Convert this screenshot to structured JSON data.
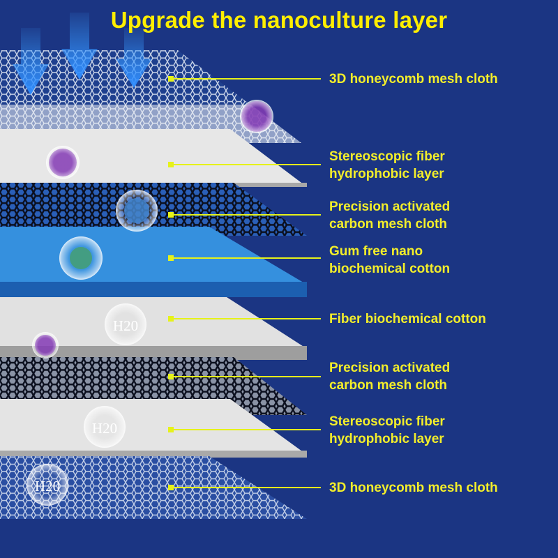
{
  "title": "Upgrade the nanoculture layer",
  "colors": {
    "background": "#1b3583",
    "title": "#ffee00",
    "label_text": "#f3ee2a",
    "leader_line": "#e6f21a",
    "blue_layer": "#2a86d8",
    "white_layer": "#e9e9e9"
  },
  "layers": [
    {
      "line1": "3D honeycomb mesh cloth",
      "line2": ""
    },
    {
      "line1": "Stereoscopic fiber",
      "line2": "hydrophobic layer"
    },
    {
      "line1": "Precision activated",
      "line2": "carbon mesh cloth"
    },
    {
      "line1": "Gum free nano",
      "line2": "biochemical cotton"
    },
    {
      "line1": "Fiber biochemical cotton",
      "line2": ""
    },
    {
      "line1": "Precision activated",
      "line2": "carbon mesh cloth"
    },
    {
      "line1": "Stereoscopic fiber",
      "line2": "hydrophobic layer"
    },
    {
      "line1": "3D honeycomb mesh cloth",
      "line2": ""
    }
  ],
  "bubbles": [
    {
      "text": "",
      "kind": "virus-purple"
    },
    {
      "text": "",
      "kind": "virus-purple"
    },
    {
      "text": "",
      "kind": "virus-blue"
    },
    {
      "text": "",
      "kind": "virus-green"
    },
    {
      "text": "H20",
      "kind": "water"
    },
    {
      "text": "",
      "kind": "virus-purple"
    },
    {
      "text": "H20",
      "kind": "water"
    },
    {
      "text": "H20",
      "kind": "water"
    }
  ],
  "arrows_icon": "down-arrow-icon"
}
